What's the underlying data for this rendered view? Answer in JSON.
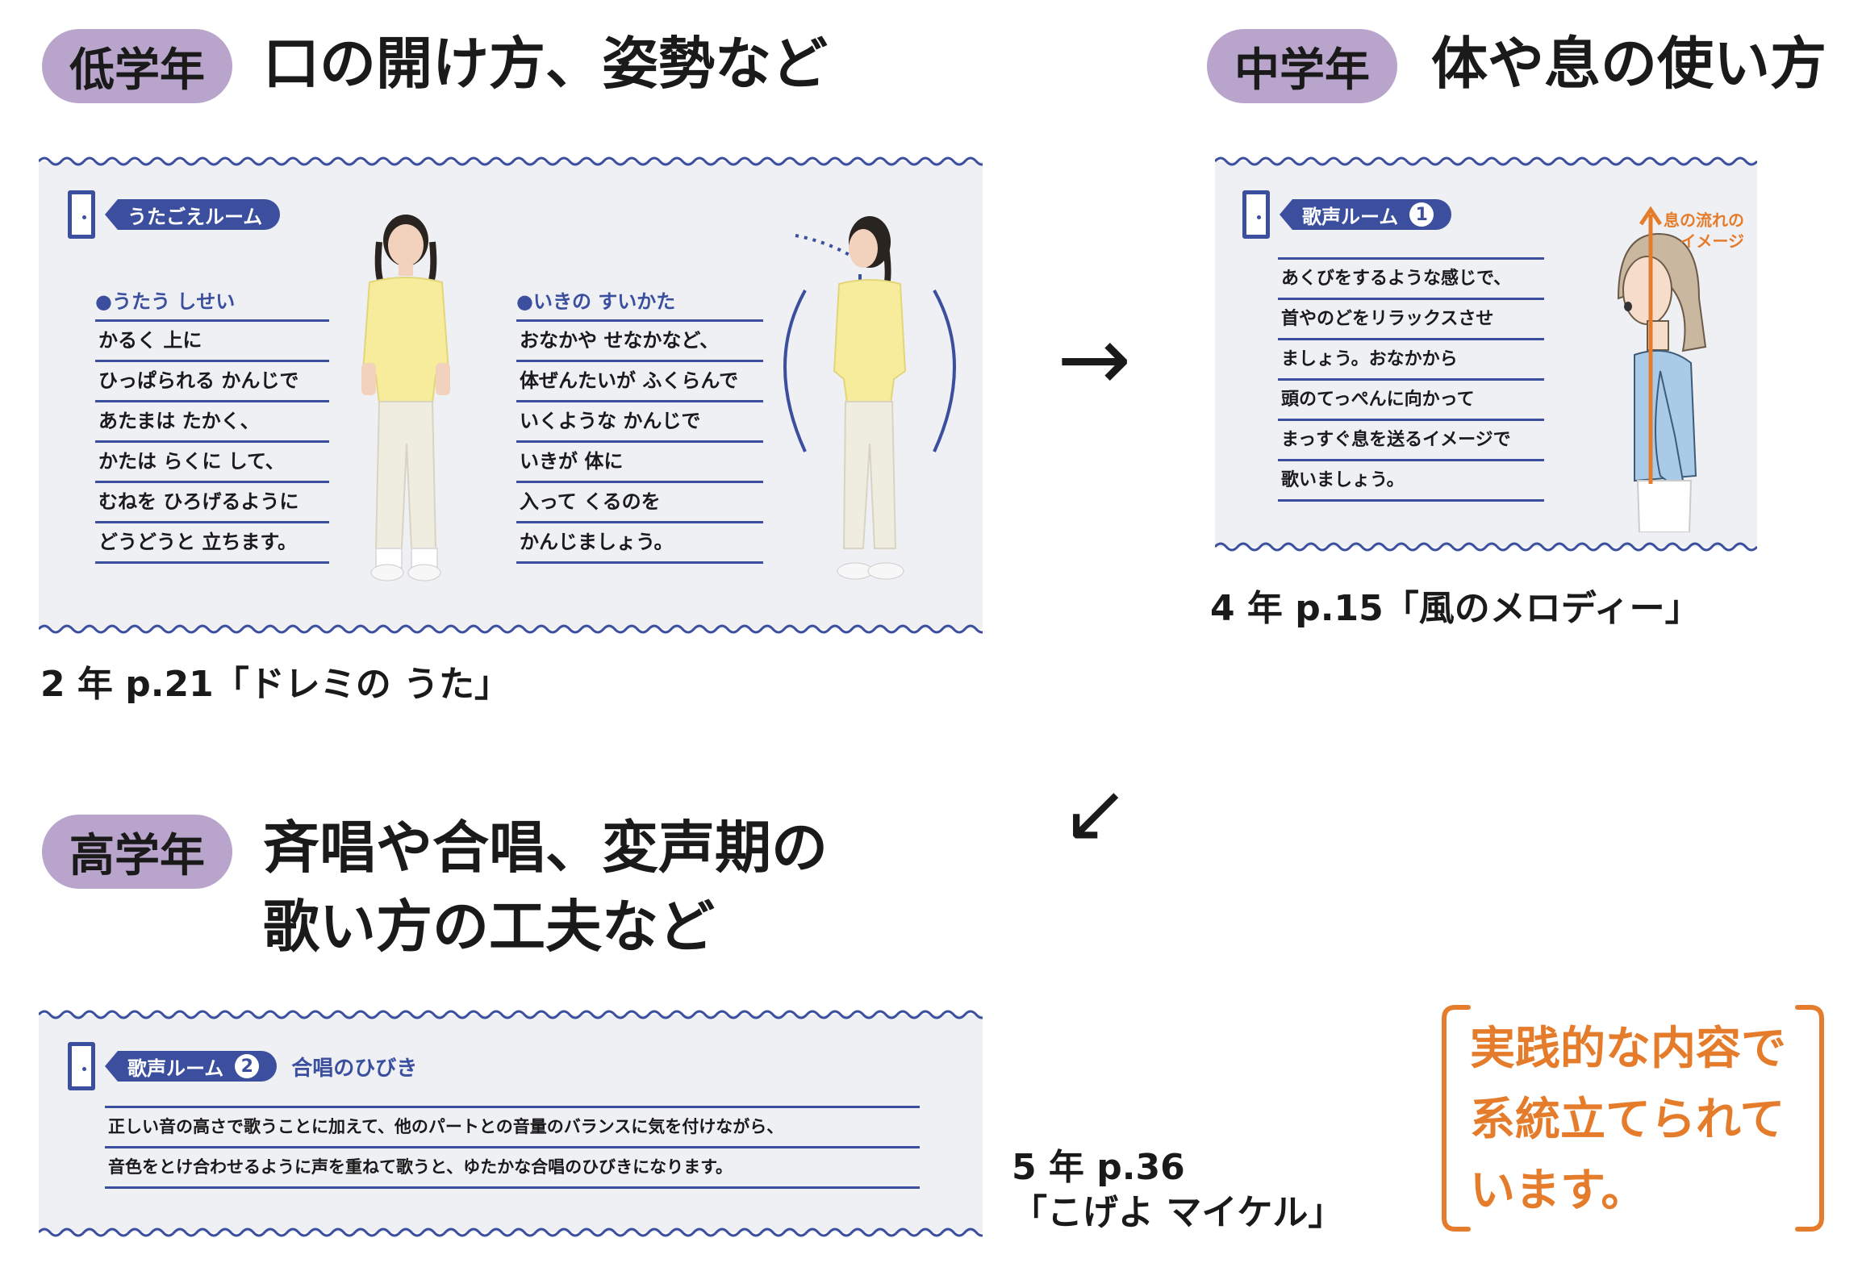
{
  "sections": {
    "low": {
      "badge": "低学年",
      "heading": "口の開け方、姿勢など",
      "caption": "2 年 p.21「ドレミの うた」"
    },
    "mid": {
      "badge": "中学年",
      "heading": "体や息の使い方",
      "caption": "4 年 p.15「風のメロディー」"
    },
    "high": {
      "badge": "高学年",
      "heading_lines": [
        "斉唱や合唱、変声期の",
        "歌い方の工夫など"
      ],
      "caption_lines": [
        "5 年 p.36",
        "「こげよ マイケル」"
      ]
    }
  },
  "panel_low": {
    "room_label": "うたごえルーム",
    "posture": {
      "heading": "●うたう しせい",
      "lines": [
        "かるく 上に",
        "ひっぱられる かんじで",
        "あたまは たかく、",
        "かたは らくに して、",
        "むねを ひろげるように",
        "どうどうと 立ちます。"
      ]
    },
    "breathing": {
      "heading": "●いきの すいかた",
      "lines": [
        "おなかや せなかなど、",
        "体ぜんたいが ふくらんで",
        "いくような かんじで",
        "いきが 体に",
        "入って くるのを",
        "かんじましょう。"
      ]
    }
  },
  "panel_mid": {
    "room_label": "歌声ルーム",
    "room_number": "1",
    "lines": [
      "あくびをするような感じで、",
      "首やのどをリラックスさせ",
      "ましょう。おなかから",
      "頭のてっぺんに向かって",
      "まっすぐ息を送るイメージで",
      "歌いましょう。"
    ],
    "breath_label_lines": [
      "息の流れの",
      "イメージ"
    ]
  },
  "panel_high": {
    "room_label": "歌声ルーム",
    "room_number": "2",
    "subtitle": "合唱のひびき",
    "lines": [
      "正しい音の高さで歌うことに加えて、他のパートとの音量のバランスに気を付けながら、",
      "音色をとけ合わせるように声を重ねて歌うと、ゆたかな合唱のひびきになります。"
    ]
  },
  "arrows": {
    "right": "→",
    "down_left": "↙"
  },
  "summary_lines": [
    "実践的な内容で",
    "系統立てられて",
    "います。"
  ],
  "colors": {
    "badge": "#b9a5cc",
    "navy": "#3b4f9e",
    "panel_bg": "#eef0f4",
    "orange": "#e57c2b"
  }
}
